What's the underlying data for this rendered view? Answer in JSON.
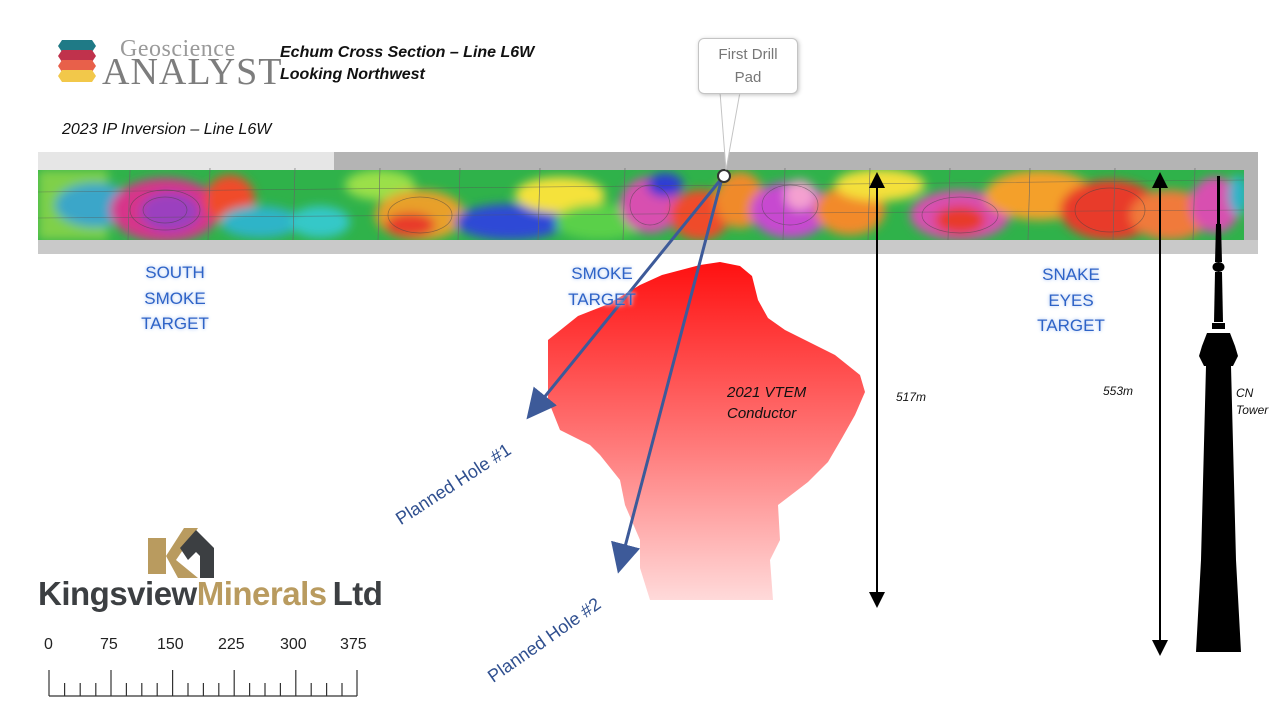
{
  "header": {
    "logo_line1": "Geoscience",
    "logo_line2": "ANALYST",
    "title_line1": "Echum Cross Section – Line L6W",
    "title_line2": "Looking Northwest"
  },
  "section": {
    "subtitle": "2023 IP Inversion – Line L6W"
  },
  "targets": {
    "south": [
      "SOUTH",
      "SMOKE",
      "TARGET"
    ],
    "smoke": [
      "SMOKE",
      "TARGET"
    ],
    "snake": [
      "SNAKE",
      "EYES",
      "TARGET"
    ]
  },
  "callout": {
    "line1": "First Drill",
    "line2": "Pad"
  },
  "conductor": {
    "line1": "2021 VTEM",
    "line2": "Conductor"
  },
  "holes": {
    "hole1": "Planned Hole #1",
    "hole2": "Planned Hole #2"
  },
  "measures": {
    "depth1": "517m",
    "depth2": "553m"
  },
  "tower": {
    "line1": "CN",
    "line2": "Tower"
  },
  "company": {
    "name_part1": "Kingsview",
    "name_part2": "Minerals",
    "name_part3": "Ltd"
  },
  "scale": {
    "ticks": [
      "0",
      "75",
      "150",
      "225",
      "300",
      "375"
    ]
  },
  "colors": {
    "target_blue": "#2e63c7",
    "hole_arrow": "#3d5a99",
    "conductor_red": "#ff1a1a",
    "kingsview_gold": "#b99b5f",
    "kingsview_dark": "#3c3f42"
  }
}
